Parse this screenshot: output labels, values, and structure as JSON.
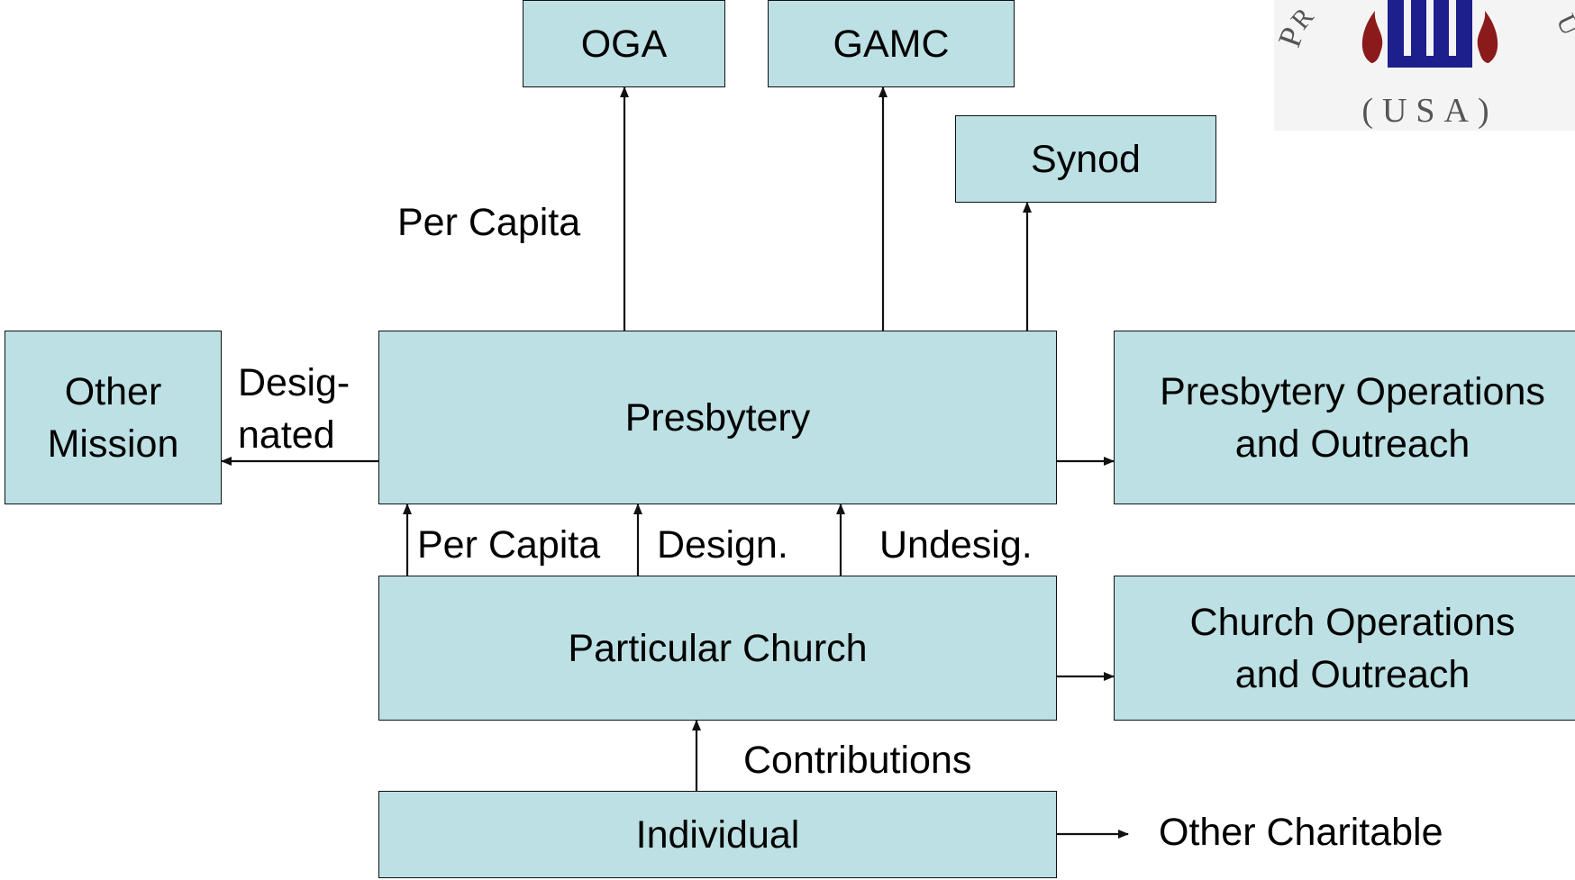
{
  "nodes": {
    "oga": "OGA",
    "gamc": "GAMC",
    "synod": "Synod",
    "other_mission": "Other\nMission",
    "presbytery": "Presbytery",
    "presbytery_ops": "Presbytery Operations\nand Outreach",
    "particular_church": "Particular Church",
    "church_ops": "Church Operations\nand Outreach",
    "individual": "Individual"
  },
  "edge_labels": {
    "per_capita_top": "Per Capita",
    "designated": "Desig-\nnated",
    "per_capita_bottom": "Per Capita",
    "design": "Design.",
    "undesig": "Undesig.",
    "contributions": "Contributions",
    "other_charitable": "Other Charitable"
  },
  "logo": {
    "text": "(USA)",
    "colors": {
      "flame": "#8b1a1a",
      "cross": "#1c1f8c",
      "ring": "#555555"
    }
  },
  "colors": {
    "box_fill": "#bce0e3",
    "line": "#111111"
  }
}
